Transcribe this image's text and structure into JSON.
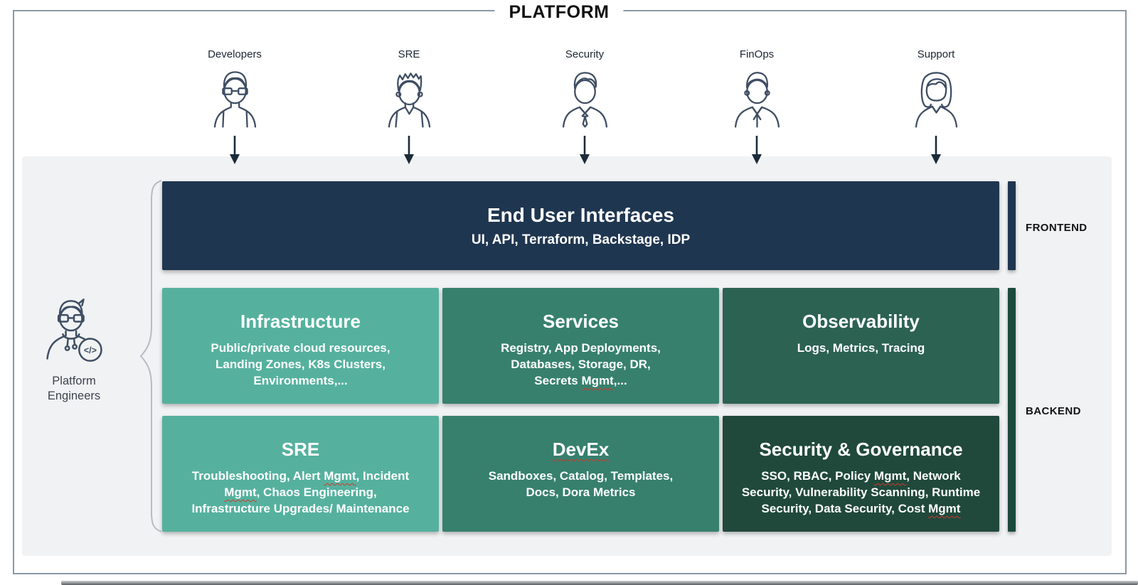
{
  "title": "PLATFORM",
  "personas": [
    {
      "label": "Developers"
    },
    {
      "label": "SRE"
    },
    {
      "label": "Security"
    },
    {
      "label": "FinOps"
    },
    {
      "label": "Support"
    }
  ],
  "platform_engineers": {
    "label": "Platform Engineers",
    "badge": "</>"
  },
  "frontend": {
    "section_label": "FRONTEND",
    "box": {
      "title": "End User Interfaces",
      "subtitle": "UI, API, Terraform, Backstage, IDP"
    }
  },
  "backend": {
    "section_label": "BACKEND",
    "boxes": [
      {
        "title": "Infrastructure",
        "subtitle": "Public/private cloud resources,\nLanding Zones, K8s Clusters,\nEnvironments,..."
      },
      {
        "title": "Services",
        "subtitle": "Registry, App Deployments,\nDatabases, Storage, DR,\nSecrets Mgmt,..."
      },
      {
        "title": "Observability",
        "subtitle": "Logs, Metrics, Tracing"
      },
      {
        "title": "SRE",
        "subtitle": "Troubleshooting, Alert Mgmt, Incident\nMgmt, Chaos Engineering,\nInfrastructure Upgrades/ Maintenance"
      },
      {
        "title": "DevEx",
        "subtitle": "Sandboxes, Catalog, Templates,\nDocs, Dora Metrics"
      },
      {
        "title": "Security & Governance",
        "subtitle": "SSO, RBAC, Policy Mgmt, Network\nSecurity, Vulnerability Scanning, Runtime\nSecurity, Data Security, Cost Mgmt"
      }
    ]
  },
  "misspelled_words": [
    "Mgmt",
    "DevEx"
  ],
  "colors": {
    "frontend_navy": "#1f3650",
    "backend_teal_light": "#55b19e",
    "backend_teal_mid": "#37806e",
    "backend_green_dark": "#2c6252",
    "backend_green_darkest": "#20493c",
    "backend_bar_green": "#1d4a3c",
    "panel_gray": "#f1f2f4",
    "frame_border": "#8a98a4",
    "squiggle_red": "#cc3a2a",
    "avatar_stroke": "#3f4e63"
  }
}
